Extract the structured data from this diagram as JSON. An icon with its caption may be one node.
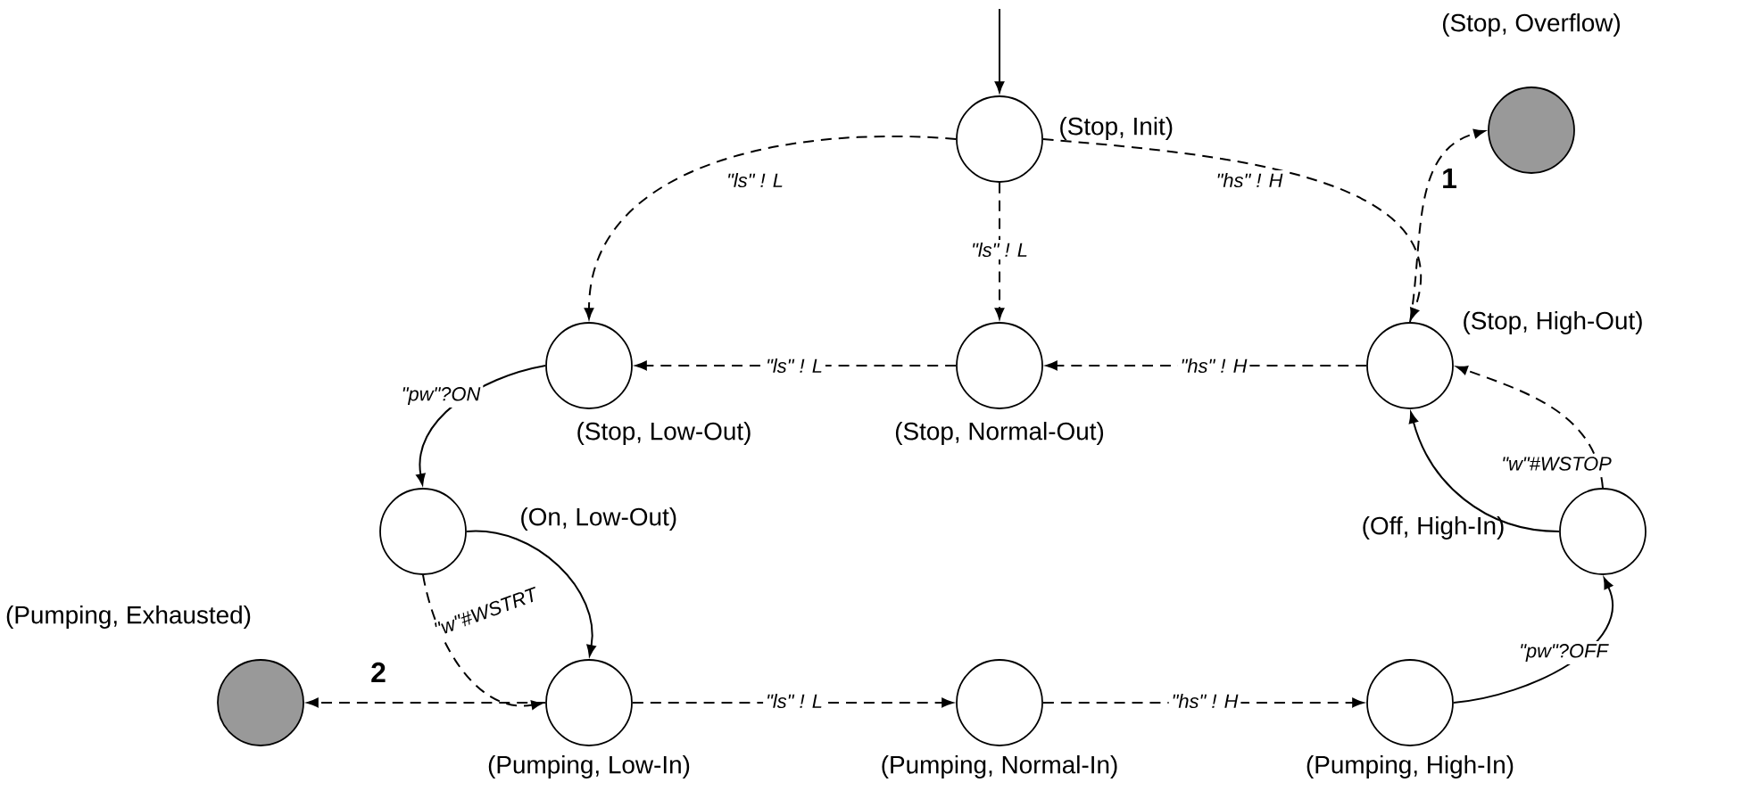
{
  "diagram": {
    "nodes": [
      {
        "text": [],
        "shape": "circle",
        "beside": [
          "(Stop, Init)"
        ]
      },
      {
        "text": [],
        "shape": "circle",
        "beside": [
          "(Stop, Overflow)"
        ]
      },
      {
        "text": [],
        "shape": "circle",
        "beside": [
          "(Stop, Low-Out)"
        ]
      },
      {
        "text": [],
        "shape": "circle",
        "beside": [
          "(Stop, Normal-Out)"
        ]
      },
      {
        "text": [],
        "shape": "circle",
        "beside": [
          "(Stop, High-Out)"
        ]
      },
      {
        "text": [],
        "shape": "circle",
        "beside": [
          "(On, Low-Out)"
        ]
      },
      {
        "text": [],
        "shape": "circle",
        "beside": [
          "(Off, High-In)"
        ]
      },
      {
        "text": [],
        "shape": "circle",
        "beside": [
          "(Pumping, Exhausted)"
        ]
      },
      {
        "text": [],
        "shape": "circle",
        "beside": [
          "(Pumping, Low-In)"
        ]
      },
      {
        "text": [],
        "shape": "circle",
        "beside": [
          "(Pumping, Normal-In)"
        ]
      },
      {
        "text": [],
        "shape": "circle",
        "beside": [
          "(Pumping, High-In)"
        ]
      }
    ],
    "edges": [
      {
        "from": null,
        "to": 0,
        "arrow": "to"
      },
      {
        "from": 0,
        "to": 2,
        "arrow": "to",
        "style": "dashed",
        "label": "\"ls\" ! L"
      },
      {
        "from": 0,
        "to": 3,
        "arrow": "to",
        "style": "dashed",
        "label": "\"ls\" ! L"
      },
      {
        "from": 0,
        "to": 4,
        "arrow": "to",
        "style": "dashed",
        "label": "\"hs\" ! H"
      },
      {
        "from": 4,
        "to": 1,
        "arrow": "to",
        "style": "dashed"
      },
      {
        "from": 3,
        "to": 2,
        "arrow": "to",
        "style": "dashed",
        "label": "\"ls\" ! L"
      },
      {
        "from": 4,
        "to": 3,
        "arrow": "to",
        "style": "dashed",
        "label": "\"hs\" ! H"
      },
      {
        "from": 2,
        "to": 5,
        "arrow": "to",
        "label": "\"pw\"?ON"
      },
      {
        "from": 5,
        "to": 8,
        "arrow": "to"
      },
      {
        "from": 5,
        "to": 8,
        "arrow": "to",
        "style": "dashed",
        "label": "\"w\"#WSTRT"
      },
      {
        "from": 8,
        "to": 7,
        "arrow": "to",
        "style": "dashed"
      },
      {
        "from": 8,
        "to": 9,
        "arrow": "to",
        "style": "dashed",
        "label": "\"ls\" ! L"
      },
      {
        "from": 9,
        "to": 10,
        "arrow": "to",
        "style": "dashed",
        "label": "\"hs\" ! H"
      },
      {
        "from": 10,
        "to": 6,
        "arrow": "to",
        "label": "\"pw\"?OFF"
      },
      {
        "from": 6,
        "to": 4,
        "arrow": "to"
      },
      {
        "from": 6,
        "to": 4,
        "arrow": "to",
        "style": "dashed",
        "label": "\"w\"#WSTOP"
      }
    ],
    "labels": [
      "1",
      "2"
    ]
  }
}
